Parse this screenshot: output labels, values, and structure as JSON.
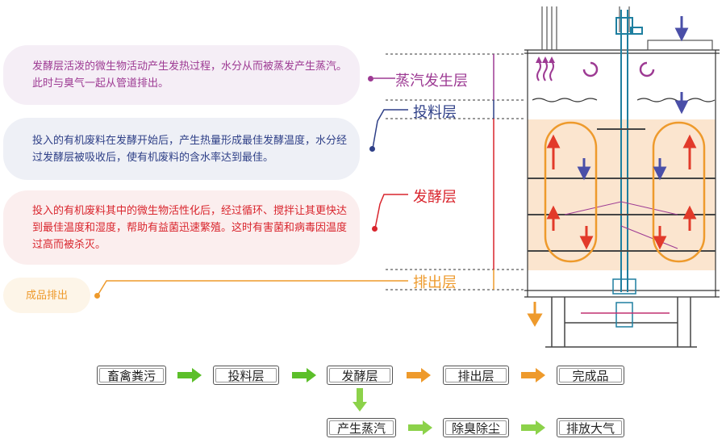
{
  "callouts": {
    "steam": "发酵层活泼的微生物活动产生发热过程，水分从而被蒸发产生蒸汽。此时与臭气一起从管道排出。",
    "feed": "投入的有机废料在发酵开始后，产生热量形成最佳发酵温度，水分经过发酵层被吸收后，使有机废料的含水率达到最佳。",
    "ferment": "投入的有机废料其中的微生物活性化后，经过循环、搅拌让其更快达到最佳温度和湿度，帮助有益菌迅速繁殖。这时有害菌和病毒因温度过高而被杀灭。",
    "product": "成品排出"
  },
  "layers": {
    "steam": "蒸汽发生层",
    "feed": "投料层",
    "ferment": "发酵层",
    "discharge": "排出层"
  },
  "flow": {
    "row1": [
      "畜禽粪污",
      "投料层",
      "发酵层",
      "排出层",
      "完成品"
    ],
    "row2": [
      "产生蒸汽",
      "除臭除尘",
      "排放大气"
    ]
  },
  "colors": {
    "purple": "#9d3a93",
    "navy": "#2e3f87",
    "red": "#d9252d",
    "orange": "#ee9a2c",
    "green": "#5cbf2a",
    "ferment_fill": "#fbe5cf"
  },
  "icons": [
    "steam-wavy-arrows-icon",
    "rotation-arrow-icon",
    "flow-arrow-icon"
  ]
}
